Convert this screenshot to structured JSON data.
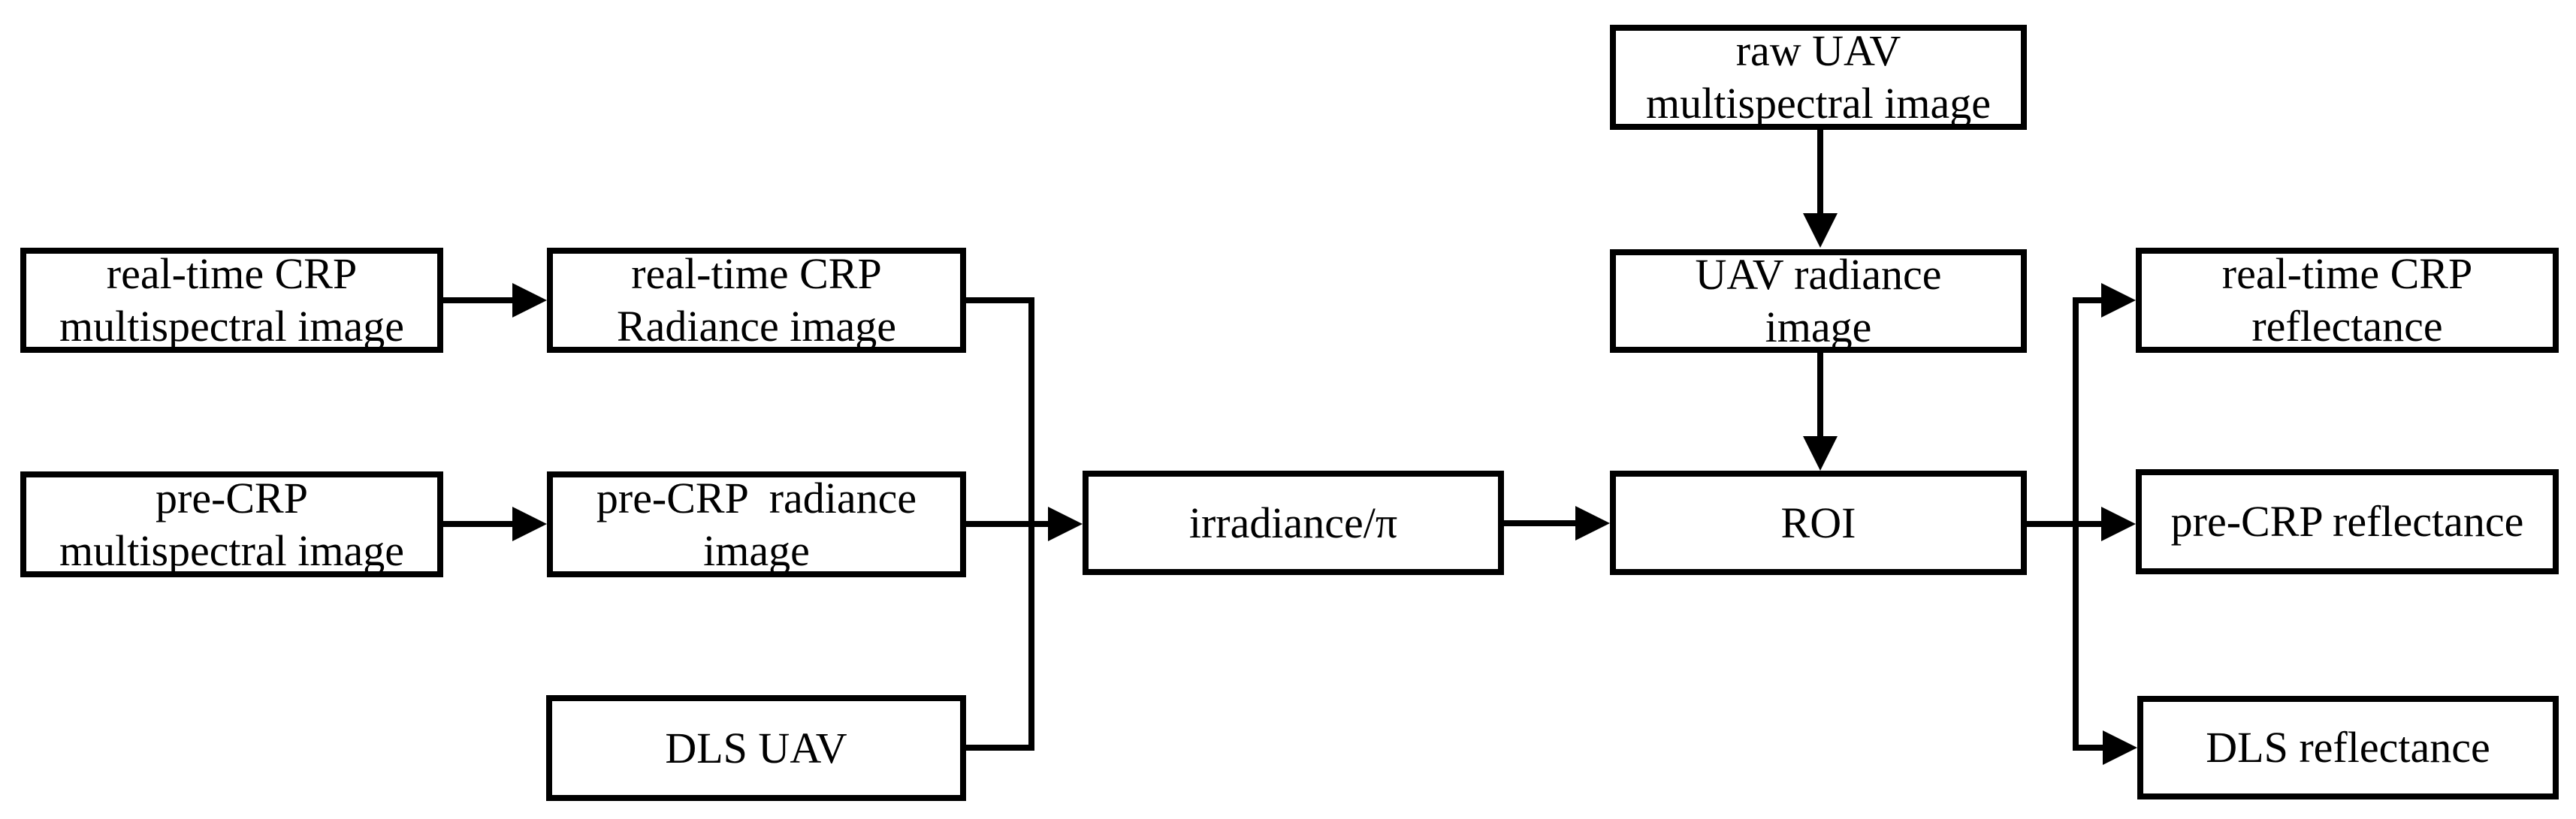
{
  "figure": {
    "background_color": "#ffffff",
    "line_color": "#000000",
    "text_color": "#000000"
  },
  "nodes": [
    {
      "id": "raw-uav-multispectral-image",
      "lines": [
        "raw UAV",
        "multispectral image"
      ]
    },
    {
      "id": "real-time-crp-multispectral-image",
      "lines": [
        "real-time CRP",
        "multispectral image"
      ]
    },
    {
      "id": "real-time-crp-radiance-image",
      "lines": [
        "real-time CRP",
        "Radiance image"
      ]
    },
    {
      "id": "uav-radiance-image",
      "lines": [
        "UAV radiance",
        "image"
      ]
    },
    {
      "id": "real-time-crp-reflectance",
      "lines": [
        "real-time CRP",
        "reflectance"
      ]
    },
    {
      "id": "pre-crp-multispectral-image",
      "lines": [
        "pre-CRP",
        "multispectral image"
      ]
    },
    {
      "id": "pre-crp-radiance-image",
      "lines": [
        "pre-CRP  radiance",
        "image"
      ]
    },
    {
      "id": "irradiance-pi",
      "lines": [
        "irradiance/π"
      ]
    },
    {
      "id": "roi",
      "lines": [
        "ROI"
      ]
    },
    {
      "id": "pre-crp-reflectance",
      "lines": [
        "pre-CRP reflectance"
      ]
    },
    {
      "id": "dls-uav",
      "lines": [
        "DLS UAV"
      ]
    },
    {
      "id": "dls-reflectance",
      "lines": [
        "DLS reflectance"
      ]
    }
  ],
  "edges": [
    {
      "from": "real-time-crp-multispectral-image",
      "to": "real-time-crp-radiance-image"
    },
    {
      "from": "pre-crp-multispectral-image",
      "to": "pre-crp-radiance-image"
    },
    {
      "from": "real-time-crp-radiance-image",
      "to": "irradiance-pi"
    },
    {
      "from": "pre-crp-radiance-image",
      "to": "irradiance-pi"
    },
    {
      "from": "dls-uav",
      "to": "irradiance-pi"
    },
    {
      "from": "raw-uav-multispectral-image",
      "to": "uav-radiance-image"
    },
    {
      "from": "uav-radiance-image",
      "to": "roi"
    },
    {
      "from": "irradiance-pi",
      "to": "roi"
    },
    {
      "from": "roi",
      "to": "real-time-crp-reflectance"
    },
    {
      "from": "roi",
      "to": "pre-crp-reflectance"
    },
    {
      "from": "roi",
      "to": "dls-reflectance"
    }
  ]
}
